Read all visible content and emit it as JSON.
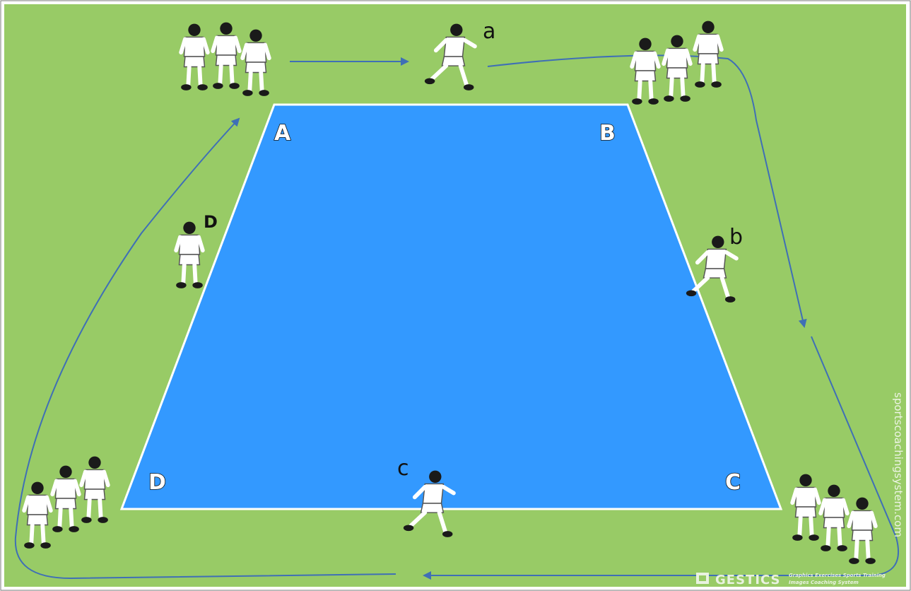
{
  "diagram": {
    "corners": [
      "A",
      "B",
      "C",
      "D"
    ],
    "player_labels": {
      "a": "a",
      "b": "b",
      "c": "c",
      "d": "D"
    },
    "watermark": "sportscoachingsystem.com",
    "brand": {
      "logo_text": "GESTICS",
      "tagline_1": "Graphics Exercises Sports Training",
      "tagline_2": "Images Coaching System"
    },
    "colors": {
      "pitch": "#98cb66",
      "court": "#3399ff",
      "court_line": "#ffffff",
      "arrow": "#3f6fb6",
      "frame": "#7a7a7a"
    }
  }
}
